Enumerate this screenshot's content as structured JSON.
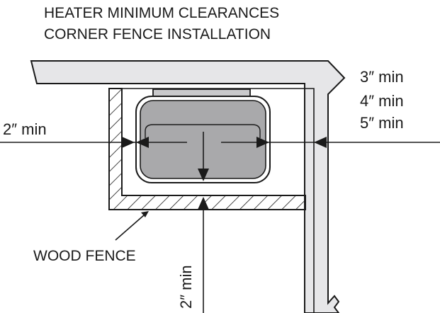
{
  "title": {
    "line1": "HEATER MINIMUM CLEARANCES",
    "line2": "CORNER FENCE INSTALLATION"
  },
  "clearances": {
    "right_1": "3″ min",
    "right_2": "4″ min",
    "right_3": "5″ min",
    "left": "2″ min",
    "bottom": "2″ min"
  },
  "labels": {
    "fence": "WOOD FENCE"
  },
  "colors": {
    "line": "#1a1a1a",
    "heater_fill": "#a9a9ab",
    "heater_top": "#c9c9cb",
    "wall_fill": "#e6e6e8"
  }
}
